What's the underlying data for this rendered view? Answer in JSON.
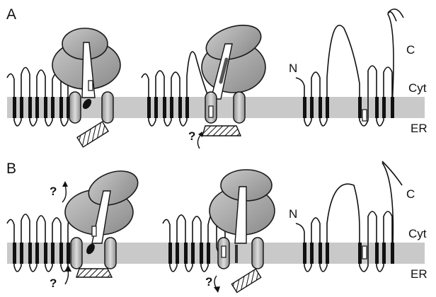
{
  "panels": [
    {
      "label": "A"
    },
    {
      "label": "B"
    }
  ],
  "side_labels": {
    "cytosol": "Cyt",
    "er": "ER"
  },
  "termini": {
    "n": "N",
    "c": "C"
  },
  "question_mark": "?",
  "colors": {
    "membrane": "#c9c9c9",
    "ribosome_fill": "#9b9b9b",
    "ribosome_stroke": "#1a1a1a",
    "helix": "#111111",
    "translocon_fill": "#bdbdbd"
  }
}
